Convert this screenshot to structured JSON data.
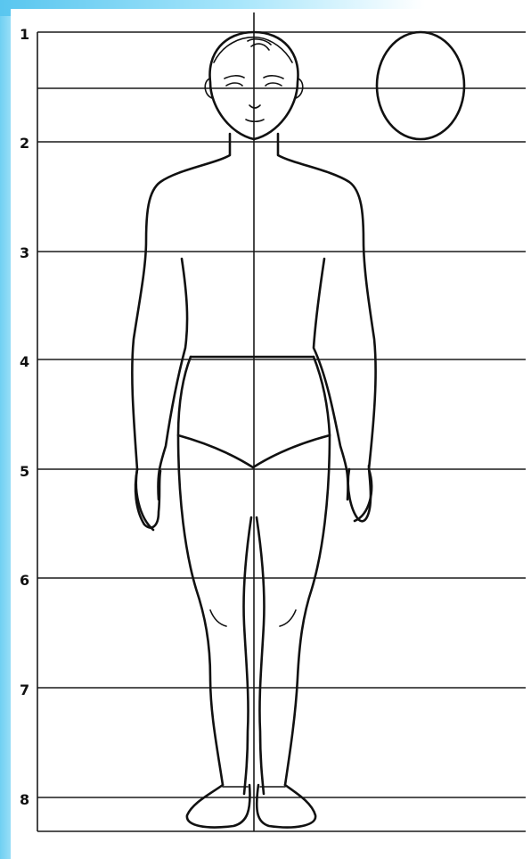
{
  "proportion_scale": {
    "labels": [
      "1",
      "2",
      "3",
      "4",
      "5",
      "6",
      "7",
      "8"
    ]
  },
  "colors": {
    "ink": "#111111",
    "background": "#ffffff",
    "accent_edge": "#6fd0f2"
  }
}
